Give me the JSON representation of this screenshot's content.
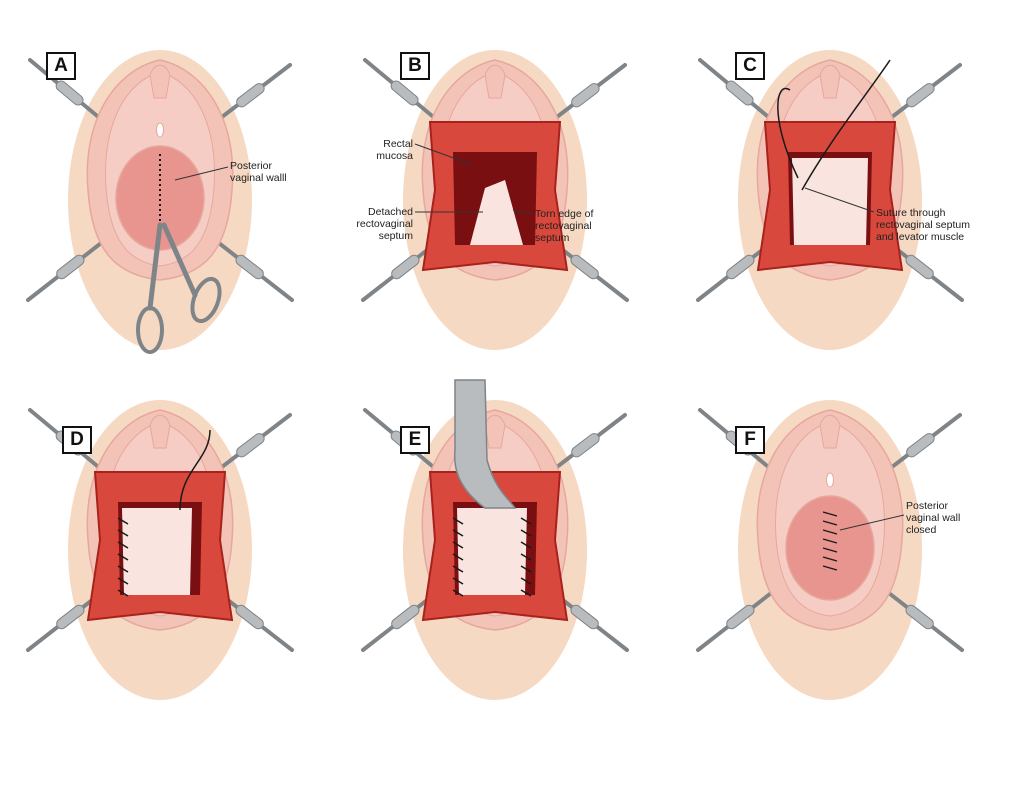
{
  "figure": {
    "panels": [
      {
        "key": "A",
        "label": "A",
        "state": "incision",
        "callouts": [
          {
            "text": "Posterior\nvaginal walll"
          }
        ]
      },
      {
        "key": "B",
        "label": "B",
        "state": "opened",
        "callouts": [
          {
            "text": "Rectal\nmucosa"
          },
          {
            "text": "Detached\nrectovaginal\nseptum"
          },
          {
            "text": "Torn edge of\nrectovaginal\nseptum"
          }
        ]
      },
      {
        "key": "C",
        "label": "C",
        "state": "suture-start",
        "callouts": [
          {
            "text": "Suture through\nrectovaginal septum\nand levator muscle"
          }
        ]
      },
      {
        "key": "D",
        "label": "D",
        "state": "suture-running",
        "callouts": []
      },
      {
        "key": "E",
        "label": "E",
        "state": "suture-complete-retractor",
        "callouts": []
      },
      {
        "key": "F",
        "label": "F",
        "state": "closed",
        "callouts": [
          {
            "text": "Posterior\nvaginal wall\nclosed"
          }
        ]
      }
    ]
  },
  "colors": {
    "halo": "#f4d2b8",
    "skin": "#f3c3b8",
    "skin_dark": "#e7a79c",
    "labia": "#f6cdc5",
    "wound": "#d9483c",
    "wound_dark": "#a8221d",
    "rectal": "#7a0f12",
    "septum": "#f9e4df",
    "mucosa": "#e8958f",
    "instrument": "#b9bcbf",
    "instrument_dark": "#7f8488",
    "suture": "#1a1a1a"
  }
}
